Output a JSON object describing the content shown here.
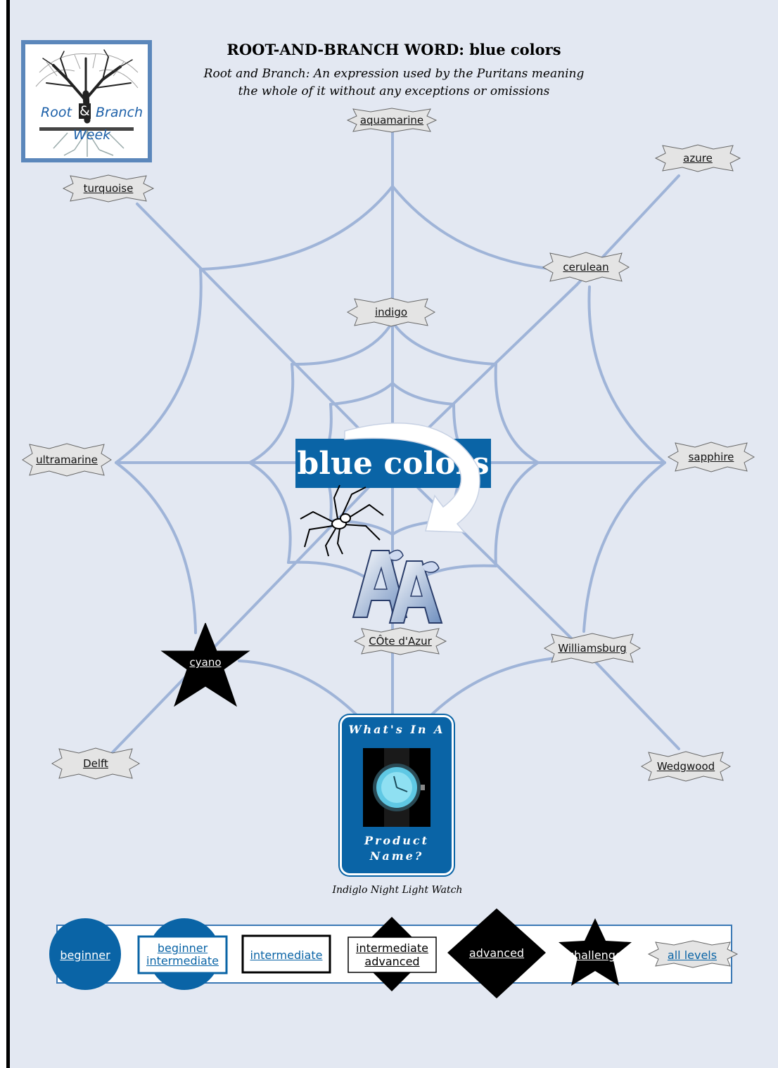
{
  "header": {
    "title": "ROOT-AND-BRANCH WORD:  blue colors",
    "subtitle_line1": "Root and Branch:  An expression used by the Puritans meaning",
    "subtitle_line2": "the whole of it without any exceptions or omissions"
  },
  "logo": {
    "line1_a": "Root",
    "line1_amp": "&",
    "line1_b": "Branch",
    "line2": "Week"
  },
  "center": {
    "label": "blue colors"
  },
  "words": {
    "aquamarine": "aquamarine",
    "azure": "azure",
    "turquoise": "turquoise",
    "cerulean": "cerulean",
    "indigo": "indigo",
    "ultramarine": "ultramarine",
    "sapphire": "sapphire",
    "cote": "CÔte d'Azur",
    "williamsburg": "Williamsburg",
    "cyano": "cyano",
    "delft": "Delft",
    "wedgwood": "Wedgwood"
  },
  "product": {
    "top": "What's In A",
    "bottom_line1": "Product",
    "bottom_line2": "Name?",
    "caption": "Indiglo Night Light Watch"
  },
  "levels": {
    "beginner": "beginner",
    "beginner_intermediate_1": "beginner",
    "beginner_intermediate_2": "intermediate",
    "intermediate": "intermediate",
    "intermediate_advanced_1": "intermediate",
    "intermediate_advanced_2": "advanced",
    "advanced": "advanced",
    "challenge": "challenge",
    "all_levels": "all levels"
  },
  "colors": {
    "background": "#e3e8f2",
    "web_line": "#9fb4d8",
    "accent_blue": "#0a64a6",
    "node_fill": "#e4e4e4",
    "dark_node": "#000000"
  }
}
